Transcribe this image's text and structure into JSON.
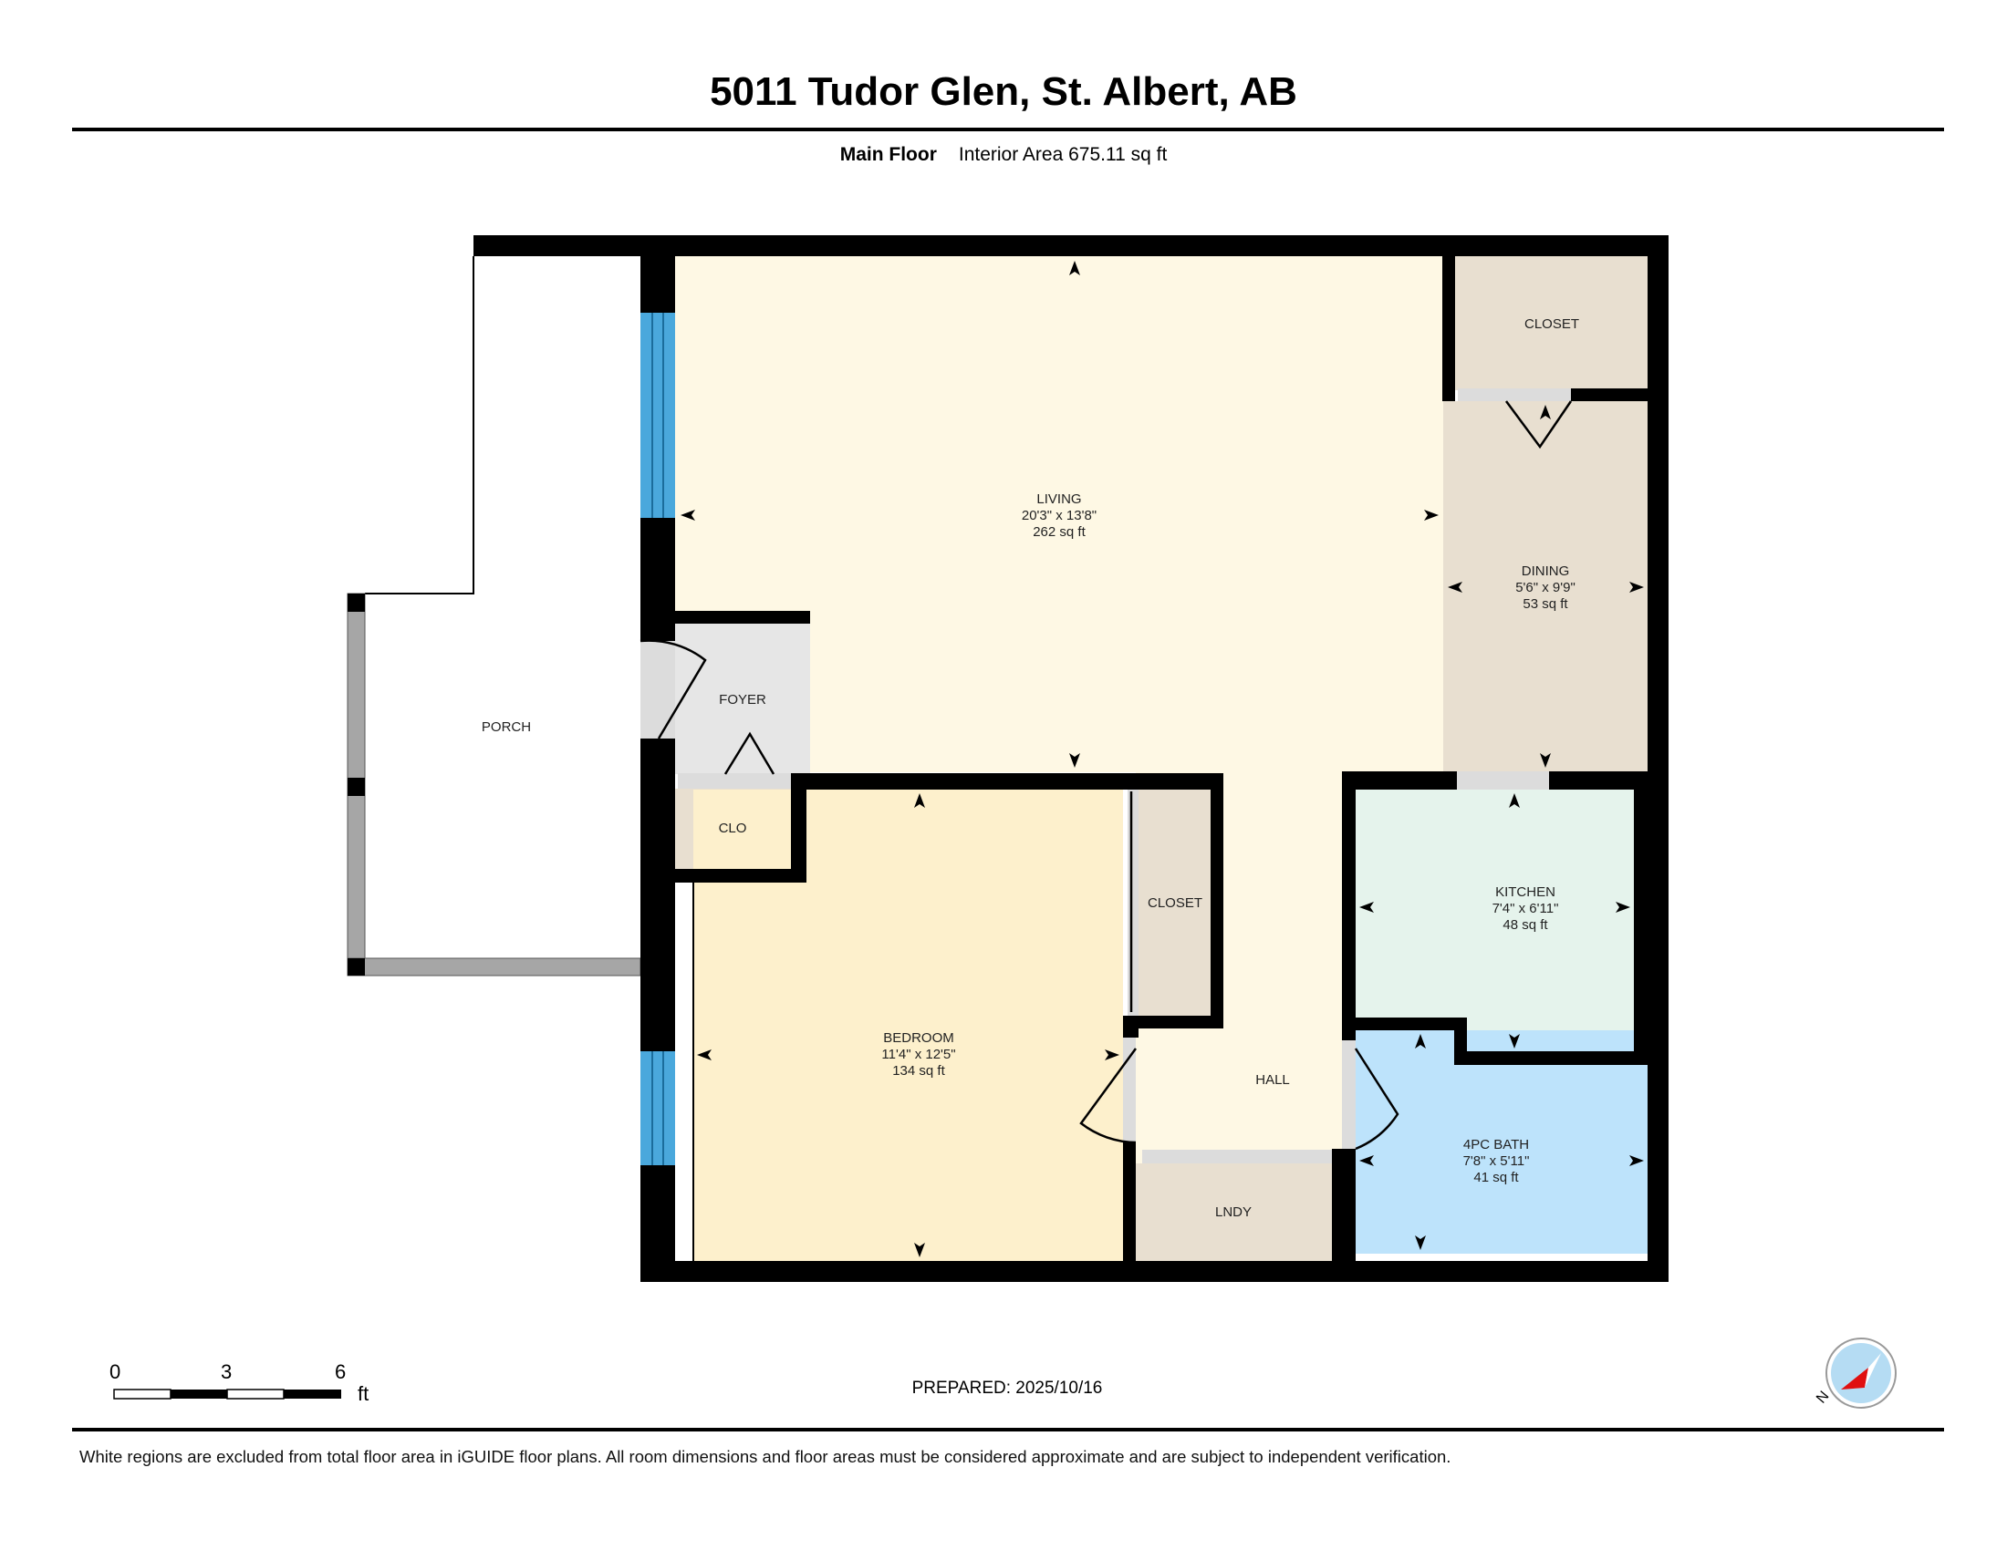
{
  "header": {
    "title": "5011 Tudor Glen, St. Albert, AB",
    "floor": "Main Floor",
    "interior_area": "Interior Area 675.11 sq ft"
  },
  "rooms": {
    "living": {
      "name": "LIVING",
      "dims": "20'3\" x 13'8\"",
      "area": "262 sq ft"
    },
    "dining": {
      "name": "DINING",
      "dims": "5'6\" x 9'9\"",
      "area": "53 sq ft"
    },
    "kitchen": {
      "name": "KITCHEN",
      "dims": "7'4\" x 6'11\"",
      "area": "48 sq ft"
    },
    "bedroom": {
      "name": "BEDROOM",
      "dims": "11'4\" x 12'5\"",
      "area": "134 sq ft"
    },
    "bath": {
      "name": "4PC BATH",
      "dims": "7'8\" x 5'11\"",
      "area": "41 sq ft"
    },
    "closet_top": {
      "name": "CLOSET"
    },
    "closet_bed": {
      "name": "CLOSET"
    },
    "foyer": {
      "name": "FOYER"
    },
    "clo": {
      "name": "CLO"
    },
    "porch": {
      "name": "PORCH"
    },
    "hall": {
      "name": "HALL"
    },
    "laundry": {
      "name": "LNDY"
    }
  },
  "colors": {
    "living": "#fef8e4",
    "dining": "#e8dfd0",
    "kitchen": "#e5f3ec",
    "bedroom": "#fdf0cc",
    "bath": "#bde3fb",
    "foyer": "#e6e6e6",
    "window": "#4aa8dc",
    "wall": "#000000"
  },
  "scale": {
    "ticks": [
      "0",
      "3",
      "6"
    ],
    "unit": "ft"
  },
  "footer": {
    "prepared": "PREPARED: 2025/10/16",
    "disclaimer": "White regions are excluded from total floor area in iGUIDE floor plans. All room dimensions and floor areas must be considered approximate and are subject to independent verification.",
    "compass": "N"
  }
}
